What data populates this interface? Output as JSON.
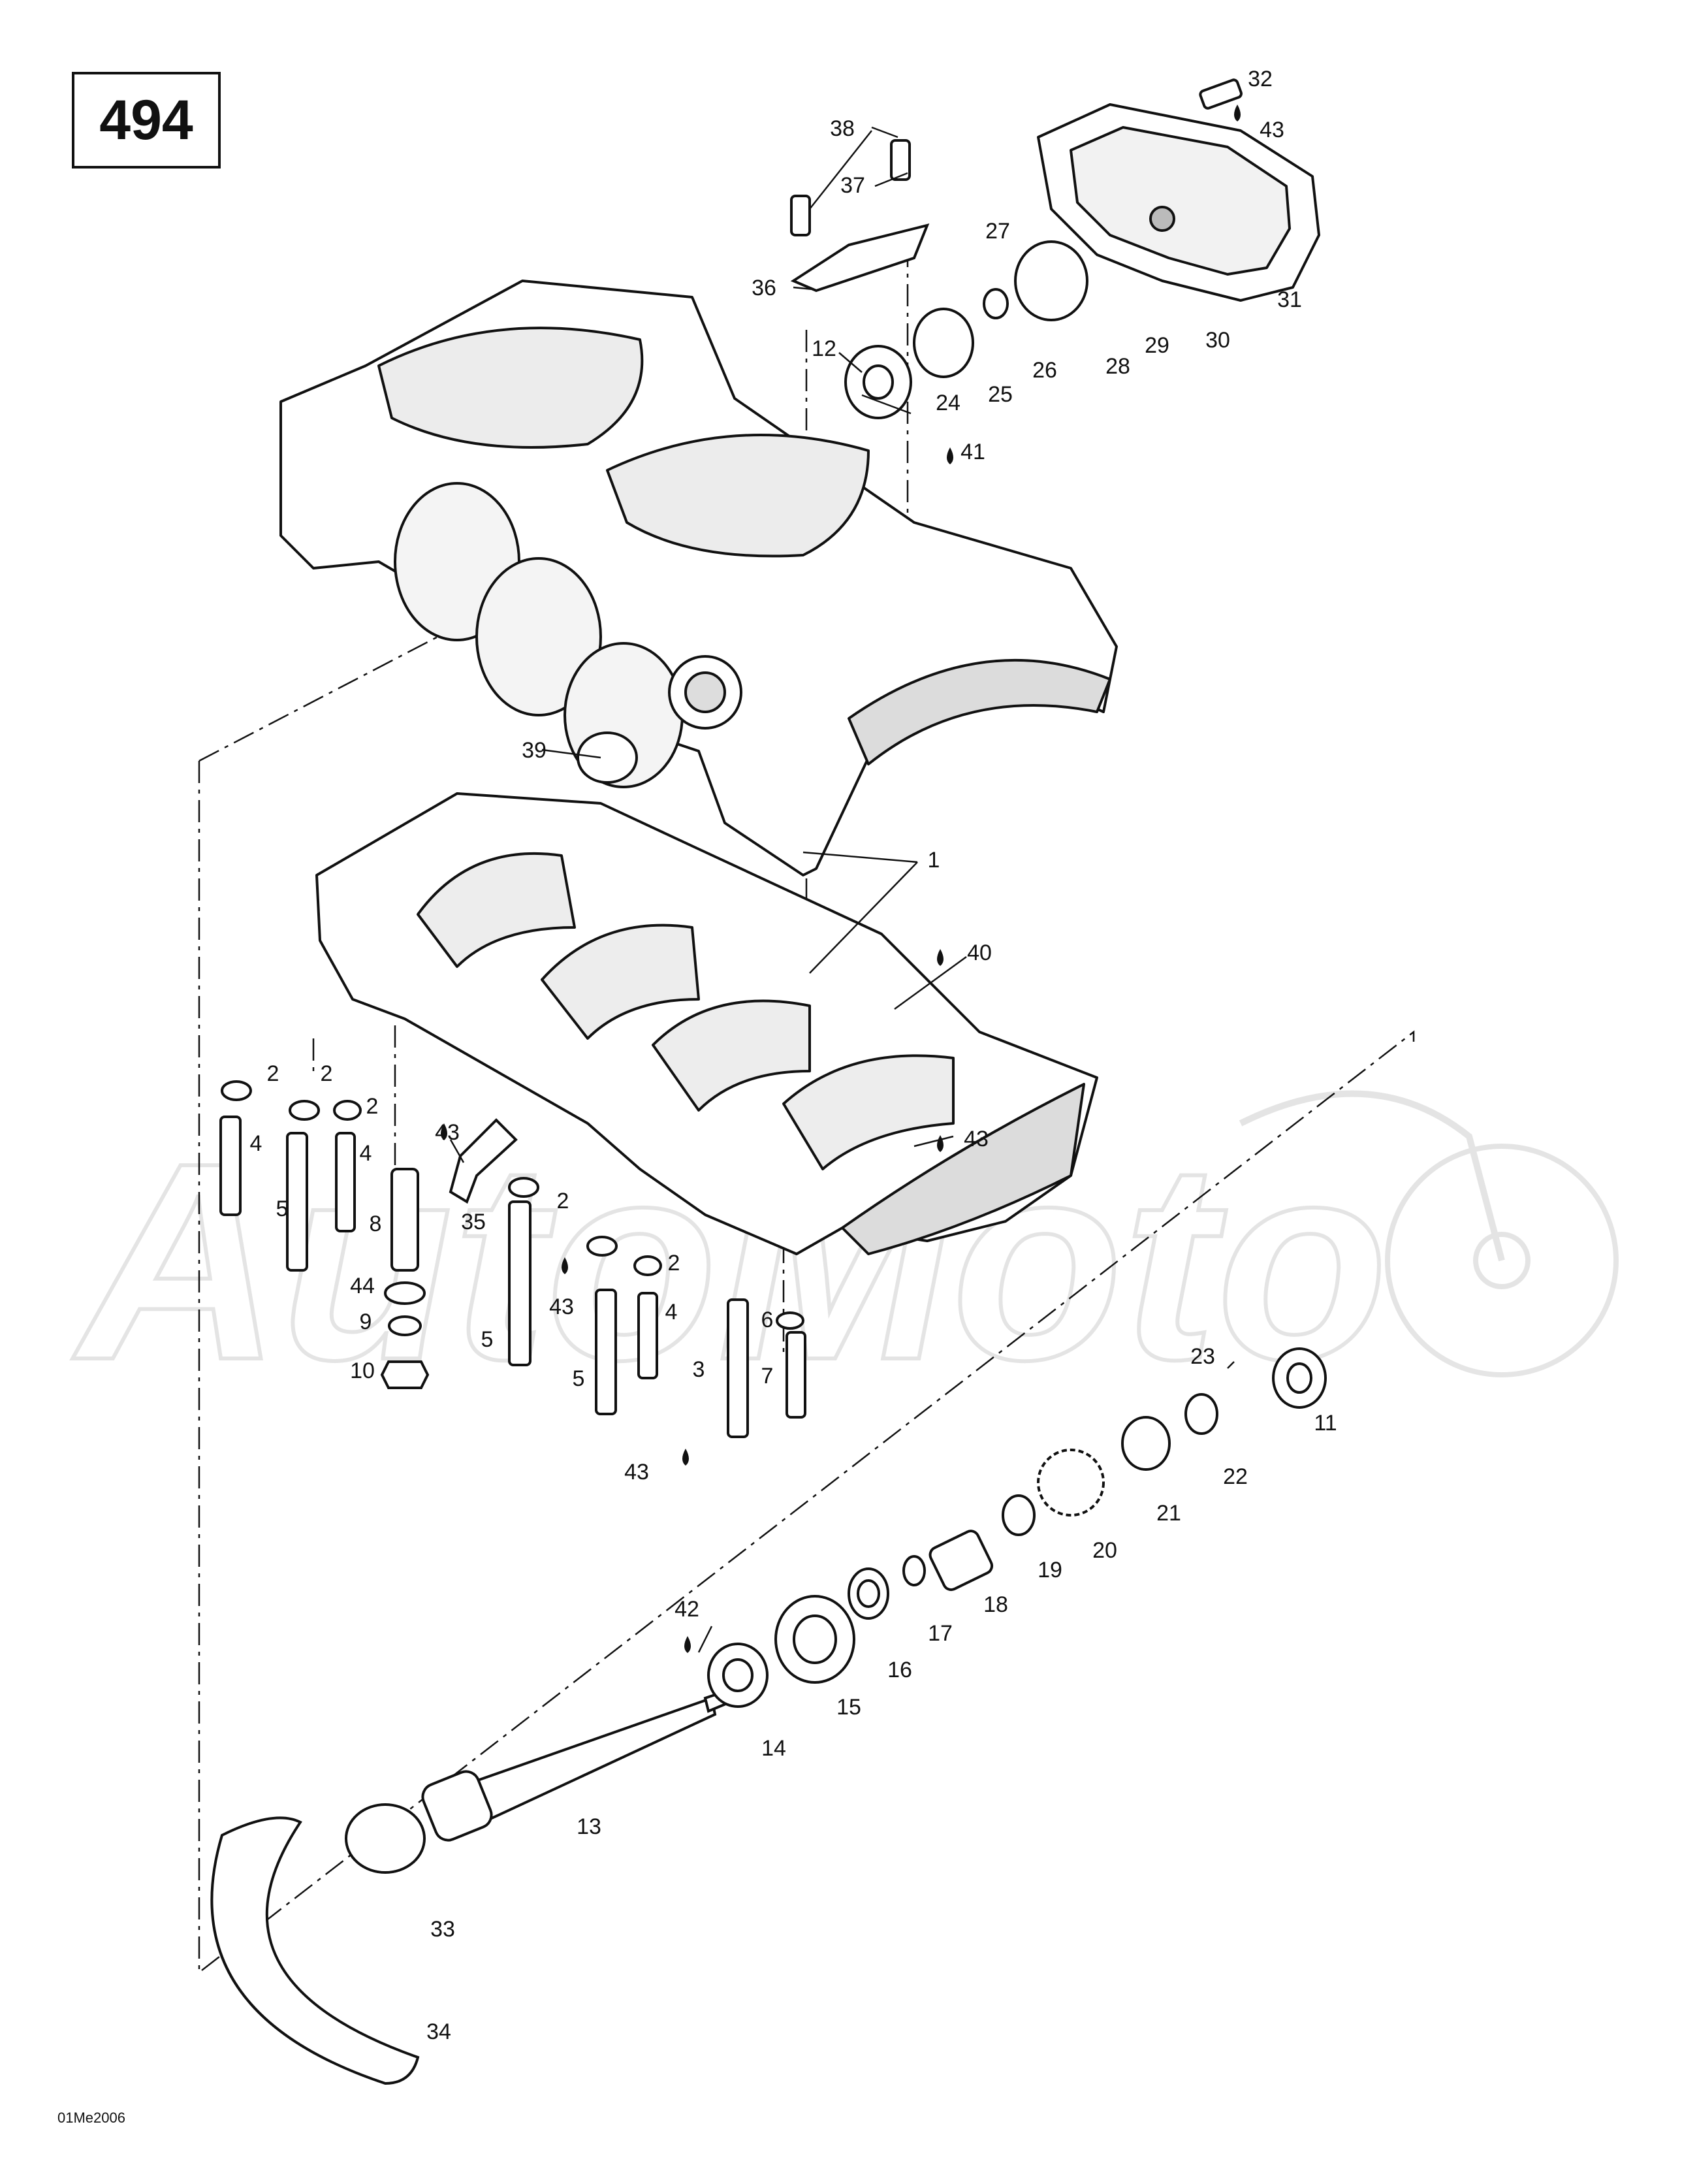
{
  "diagram": {
    "page_number": "494",
    "drawing_code": "01Me2006",
    "watermark": "AutoMoto",
    "callouts": [
      {
        "id": "c1",
        "text": "1"
      },
      {
        "id": "c2a",
        "text": "2"
      },
      {
        "id": "c2b",
        "text": "2"
      },
      {
        "id": "c2c",
        "text": "2"
      },
      {
        "id": "c2d",
        "text": "2"
      },
      {
        "id": "c2e",
        "text": "2"
      },
      {
        "id": "c3",
        "text": "3"
      },
      {
        "id": "c4a",
        "text": "4"
      },
      {
        "id": "c4b",
        "text": "4"
      },
      {
        "id": "c4c",
        "text": "4"
      },
      {
        "id": "c5a",
        "text": "5"
      },
      {
        "id": "c5b",
        "text": "5"
      },
      {
        "id": "c5c",
        "text": "5"
      },
      {
        "id": "c6",
        "text": "6"
      },
      {
        "id": "c7",
        "text": "7"
      },
      {
        "id": "c8",
        "text": "8"
      },
      {
        "id": "c9",
        "text": "9"
      },
      {
        "id": "c10",
        "text": "10"
      },
      {
        "id": "c11",
        "text": "11"
      },
      {
        "id": "c12",
        "text": "12"
      },
      {
        "id": "c13",
        "text": "13"
      },
      {
        "id": "c14",
        "text": "14"
      },
      {
        "id": "c15",
        "text": "15"
      },
      {
        "id": "c16",
        "text": "16"
      },
      {
        "id": "c17",
        "text": "17"
      },
      {
        "id": "c18",
        "text": "18"
      },
      {
        "id": "c19",
        "text": "19"
      },
      {
        "id": "c20",
        "text": "20"
      },
      {
        "id": "c21",
        "text": "21"
      },
      {
        "id": "c22",
        "text": "22"
      },
      {
        "id": "c23",
        "text": "23"
      },
      {
        "id": "c24",
        "text": "24"
      },
      {
        "id": "c25",
        "text": "25"
      },
      {
        "id": "c26",
        "text": "26"
      },
      {
        "id": "c27",
        "text": "27"
      },
      {
        "id": "c28",
        "text": "28"
      },
      {
        "id": "c29",
        "text": "29"
      },
      {
        "id": "c30",
        "text": "30"
      },
      {
        "id": "c31",
        "text": "31"
      },
      {
        "id": "c32",
        "text": "32"
      },
      {
        "id": "c33",
        "text": "33"
      },
      {
        "id": "c34",
        "text": "34"
      },
      {
        "id": "c35",
        "text": "35"
      },
      {
        "id": "c36",
        "text": "36"
      },
      {
        "id": "c37",
        "text": "37"
      },
      {
        "id": "c38",
        "text": "38"
      },
      {
        "id": "c39",
        "text": "39"
      },
      {
        "id": "c40",
        "text": "40"
      },
      {
        "id": "c41",
        "text": "41"
      },
      {
        "id": "c42",
        "text": "42"
      },
      {
        "id": "c43a",
        "text": "43"
      },
      {
        "id": "c43b",
        "text": "43"
      },
      {
        "id": "c43c",
        "text": "43"
      },
      {
        "id": "c43d",
        "text": "43"
      },
      {
        "id": "c43e",
        "text": "43"
      },
      {
        "id": "c44",
        "text": "44"
      }
    ]
  }
}
